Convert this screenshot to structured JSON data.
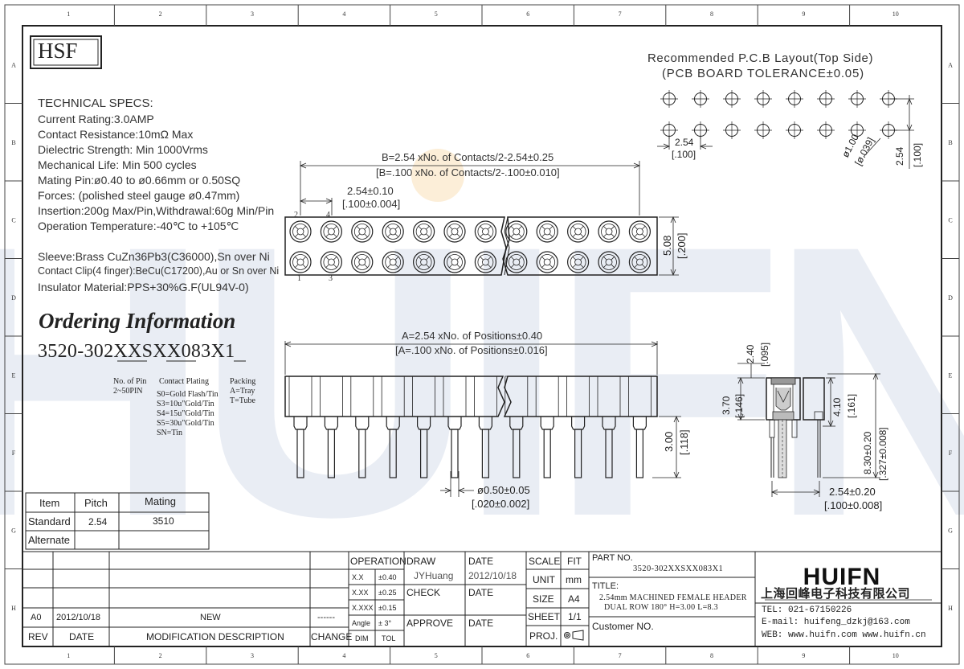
{
  "border": {
    "cols": [
      "1",
      "2",
      "3",
      "4",
      "5",
      "6",
      "7",
      "8",
      "9",
      "10"
    ],
    "rows": [
      "A",
      "B",
      "C",
      "D",
      "E",
      "F",
      "G",
      "H"
    ]
  },
  "logo": "HSF",
  "specs": {
    "heading": "TECHNICAL SPECS:",
    "lines": [
      "Current Rating:3.0AMP",
      "Contact Resistance:10mΩ Max",
      "Dielectric Strength: Min 1000Vrms",
      "Mechanical Life: Min 500 cycles",
      "Mating Pin:ø0.40 to ø0.66mm or 0.50SQ",
      "Forces: (polished steel gauge ø0.47mm)",
      "Insertion:200g Max/Pin,Withdrawal:60g Min/Pin",
      "Operation Temperature:-40℃ to +105℃"
    ],
    "materials": [
      "Sleeve:Brass CuZn36Pb3(C36000),Sn over Ni",
      "Contact Clip(4 finger):BeCu(C17200),Au or Sn over Ni",
      "Insulator Material:PPS+30%G.F(UL94V-0)"
    ]
  },
  "ordering": {
    "title": "Ordering Information",
    "code": "3520-302XXSXX083X1",
    "pin_label": "No. of Pin",
    "pin_range": "2~50PIN",
    "plating_label": "Contact Plating",
    "plating_options": [
      "S0=Gold Flash/Tin",
      "S3=10u\"Gold/Tin",
      "S4=15u\"Gold/Tin",
      "S5=30u\"Gold/Tin",
      "SN=Tin"
    ],
    "packing_label": "Packing",
    "packing_options": [
      "A=Tray",
      "T=Tube"
    ]
  },
  "pcb": {
    "title": "Recommended P.C.B Layout(Top Side)",
    "tolerance": "(PCB BOARD TOLERANCE±0.05)",
    "pitch": "2.54",
    "pitch_in": "[.100]",
    "hole": "ø1.00",
    "hole_in": "[ø.039]",
    "row": "2.54",
    "row_in": "[.100]"
  },
  "top_view": {
    "b_dim": "B=2.54 xNo. of Contacts/2-2.54±0.25",
    "b_dim_in": "[B=.100 xNo. of Contacts/2-.100±0.010]",
    "pitch": "2.54±0.10",
    "pitch_in": "[.100±0.004]",
    "height": "5.08",
    "height_in": "[.200]",
    "pin_labels": [
      "2",
      "4",
      "1",
      "3"
    ]
  },
  "side_view": {
    "a_dim": "A=2.54 xNo. of Positions±0.40",
    "a_dim_in": "[A=.100 xNo. of Positions±0.016]",
    "tail": "3.00",
    "tail_in": "[.118]",
    "pin_dia": "ø0.50±0.05",
    "pin_dia_in": "[.020±0.002]"
  },
  "section": {
    "d1": "2.40",
    "d1_in": "[.095]",
    "d2": "3.70",
    "d2_in": "[.146]",
    "d3": "4.10",
    "d3_in": "[.161]",
    "d4": "8.30±0.20",
    "d4_in": "[.327±0.008]",
    "row": "2.54±0.20",
    "row_in": "[.100±0.008]"
  },
  "mating_table": {
    "headers": [
      "Item",
      "Pitch",
      "Mating"
    ],
    "rows": [
      [
        "Standard",
        "2.54",
        "3510"
      ],
      [
        "Alternate",
        "",
        ""
      ]
    ]
  },
  "title_block": {
    "rev_label": "REV",
    "date_label": "DATE",
    "mod_label": "MODIFICATION DESCRIPTION",
    "change_label": "CHANGE",
    "rev": "A0",
    "rev_date": "2012/10/18",
    "rev_desc": "NEW",
    "rev_change": "------",
    "operation": "OPERATION",
    "tol": [
      [
        "X.X",
        "±0.40"
      ],
      [
        "X.XX",
        "±0.25"
      ],
      [
        "X.XXX",
        "±0.15"
      ],
      [
        "Angle",
        "± 3°"
      ],
      [
        "DIM",
        "TOL"
      ]
    ],
    "draw_label": "DRAW",
    "drawer": "JYHuang",
    "date_col": "DATE",
    "draw_date": "2012/10/18",
    "check_label": "CHECK",
    "check_date": "DATE",
    "approve_label": "APPROVE",
    "approve_date": "DATE",
    "scale_label": "SCALE",
    "fit_label": "FIT",
    "unit_label": "UNIT",
    "unit": "mm",
    "size_label": "SIZE",
    "size": "A4",
    "sheet_label": "SHEET",
    "sheet": "1/1",
    "proj_label": "PROJ.",
    "part_label": "PART NO.",
    "part_no": "3520-302XXSXX083X1",
    "title_label": "TITLE:",
    "title_l1": "2.54mm MACHINED FEMALE HEADER",
    "title_l2": "DUAL ROW 180° H=3.00 L=8.3",
    "customer_label": "Customer NO.",
    "company_logo": "HUIFN",
    "company_name": "上海回峰电子科技有限公司",
    "tel": "TEL: 021-67150226",
    "email": "E-mail: huifeng_dzkj@163.com",
    "web": "WEB:  www.huifn.com   www.huifn.cn"
  },
  "watermark": "HUIFN",
  "colors": {
    "line": "#2b2b2b",
    "watermark": "#e9edf4",
    "dot": "#fbe7c8"
  }
}
